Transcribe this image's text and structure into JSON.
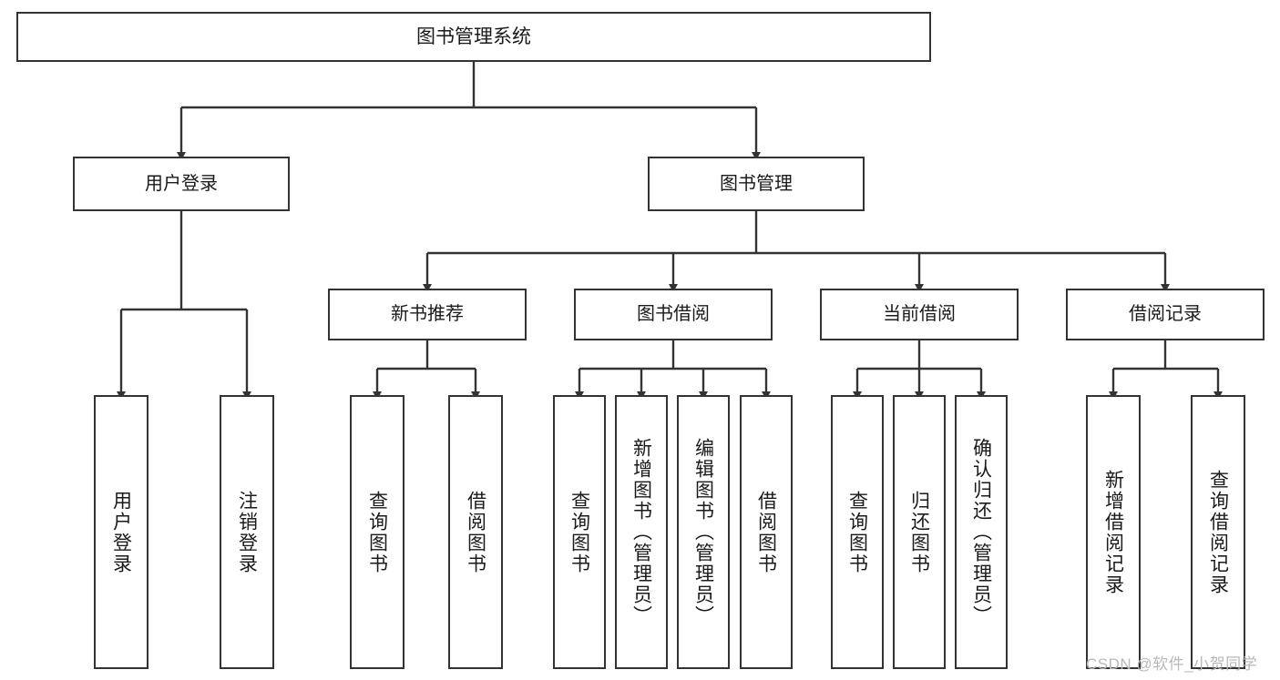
{
  "diagram": {
    "type": "tree-flowchart",
    "title": "图书管理系统",
    "watermark": "CSDN @软件_小贺同学",
    "colors": {
      "box_border": "#333333",
      "box_fill": "#ffffff",
      "connector": "#333333",
      "text": "#1a1a1a",
      "watermark": "#b8b8b8",
      "background": "#ffffff"
    },
    "nodes": {
      "root": {
        "label": "图书管理系统"
      },
      "level2": [
        {
          "id": "user-login",
          "label": "用户登录"
        },
        {
          "id": "book-manage",
          "label": "图书管理"
        }
      ],
      "level3": [
        {
          "id": "new-book-recommend",
          "label": "新书推荐",
          "parent": "book-manage"
        },
        {
          "id": "book-borrow",
          "label": "图书借阅",
          "parent": "book-manage"
        },
        {
          "id": "current-borrow",
          "label": "当前借阅",
          "parent": "book-manage"
        },
        {
          "id": "borrow-record",
          "label": "借阅记录",
          "parent": "book-manage"
        }
      ],
      "leaves": [
        {
          "id": "leaf-user-login",
          "label": "用户登录",
          "parent": "user-login"
        },
        {
          "id": "leaf-logout-login",
          "label": "注销登录",
          "parent": "user-login"
        },
        {
          "id": "leaf-query-book-1",
          "label": "查询图书",
          "parent": "new-book-recommend"
        },
        {
          "id": "leaf-borrow-book-1",
          "label": "借阅图书",
          "parent": "new-book-recommend"
        },
        {
          "id": "leaf-query-book-2",
          "label": "查询图书",
          "parent": "book-borrow"
        },
        {
          "id": "leaf-add-book",
          "label": "新增图书（管理员）",
          "parent": "book-borrow"
        },
        {
          "id": "leaf-edit-book",
          "label": "编辑图书（管理员）",
          "parent": "book-borrow"
        },
        {
          "id": "leaf-borrow-book-2",
          "label": "借阅图书",
          "parent": "book-borrow"
        },
        {
          "id": "leaf-query-book-3",
          "label": "查询图书",
          "parent": "current-borrow"
        },
        {
          "id": "leaf-return-book",
          "label": "归还图书",
          "parent": "current-borrow"
        },
        {
          "id": "leaf-confirm-return",
          "label": "确认归还（管理员）",
          "parent": "current-borrow"
        },
        {
          "id": "leaf-add-record",
          "label": "新增借阅记录",
          "parent": "borrow-record"
        },
        {
          "id": "leaf-query-record",
          "label": "查询借阅记录",
          "parent": "borrow-record"
        }
      ]
    }
  }
}
